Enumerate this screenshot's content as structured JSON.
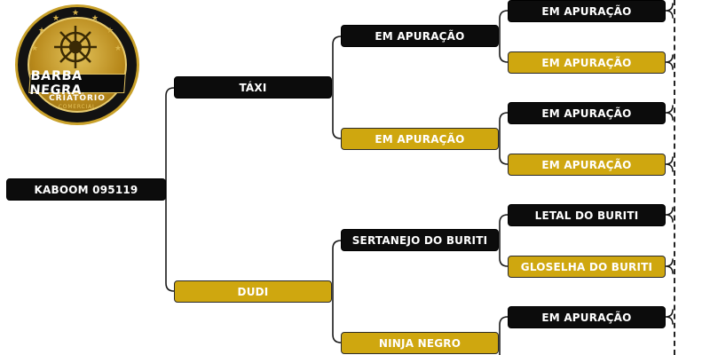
{
  "logo": {
    "name": "BARBA NEGRA",
    "line1": "CRIATÓRIO",
    "line2": "COMERCIAL",
    "colors": {
      "ring": "#121212",
      "gold": "#c9a12a"
    }
  },
  "tree": {
    "root": "KABOOM 095119",
    "gen1": [
      "TÁXI",
      "DUDI"
    ],
    "gen2": [
      "EM APURAÇÃO",
      "EM APURAÇÃO",
      "SERTANEJO DO BURITI",
      "NINJA NEGRO"
    ],
    "gen3": [
      "EM APURAÇÃO",
      "EM APURAÇÃO",
      "EM APURAÇÃO",
      "EM APURAÇÃO",
      "LETAL DO BURITI",
      "GLOSELHA DO BURITI",
      "EM APURAÇÃO"
    ]
  },
  "colors": {
    "sire": "#0c0c0c",
    "dam": "#cfa70f",
    "text": "#ffffff"
  }
}
